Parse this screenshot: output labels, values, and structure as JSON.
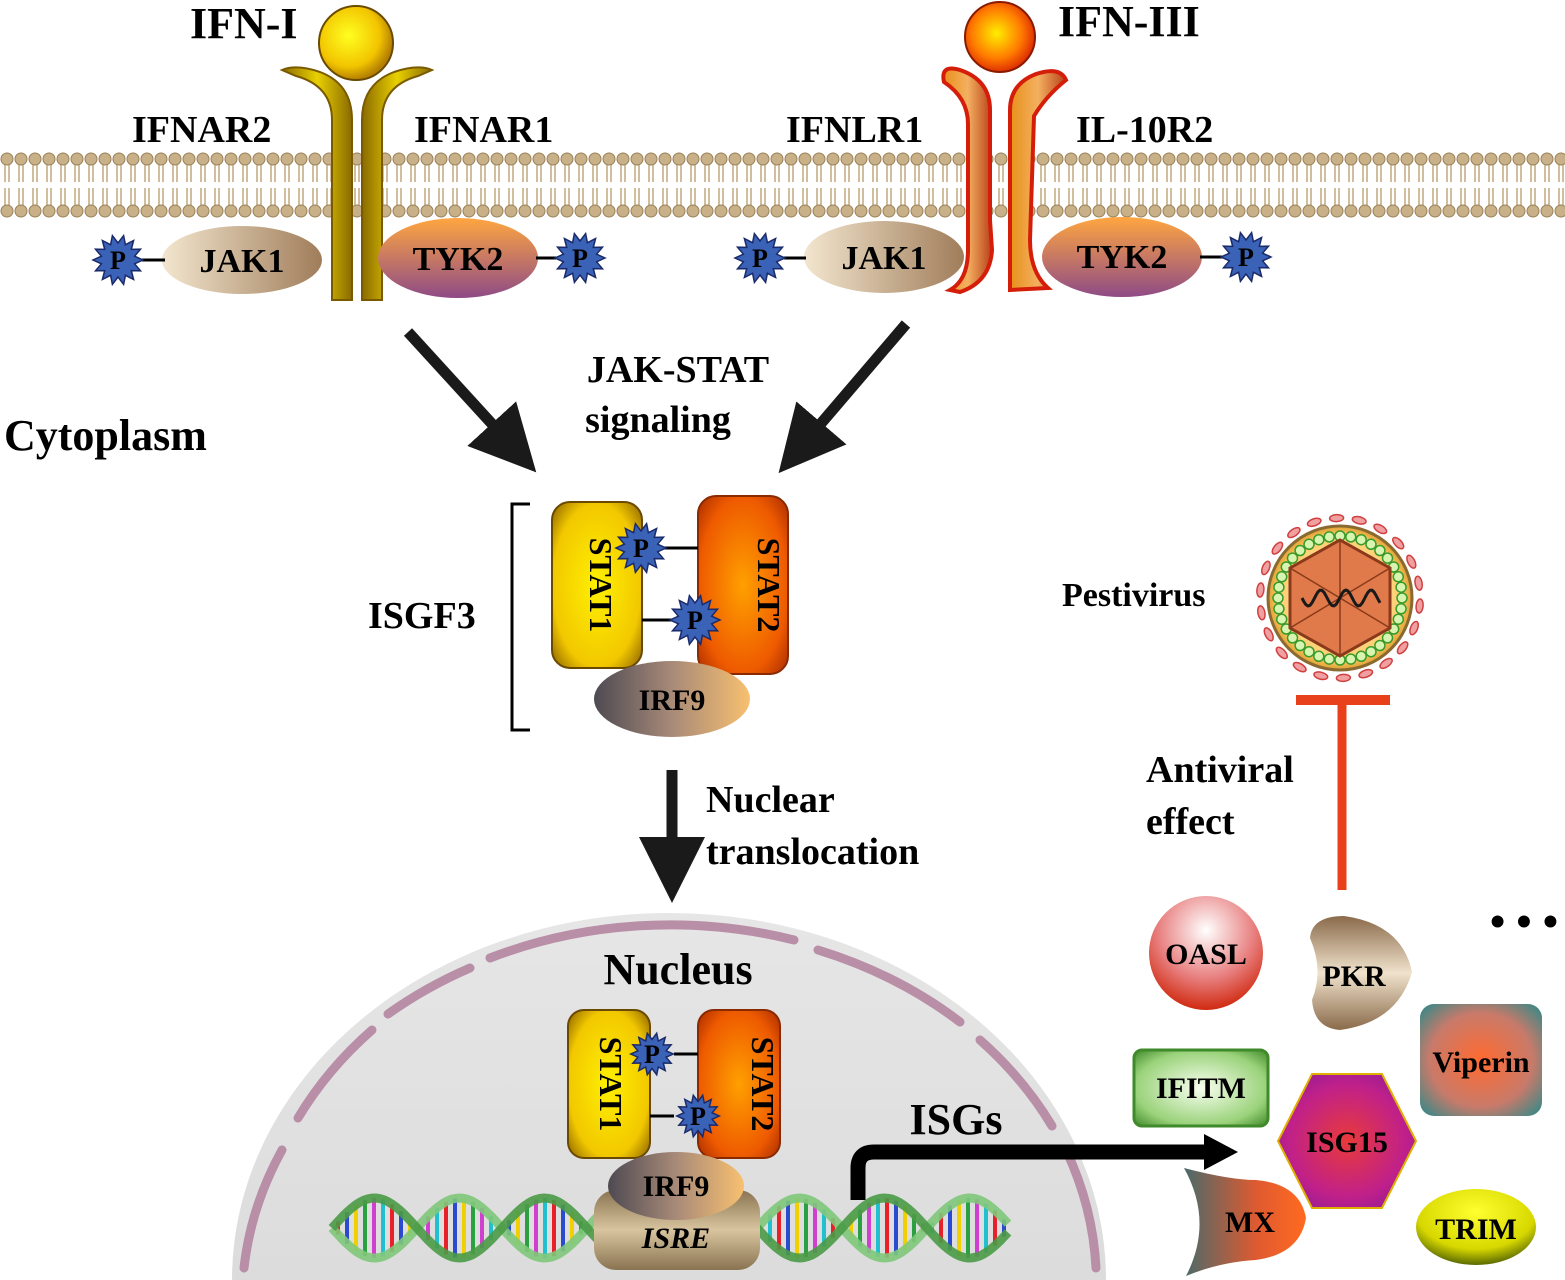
{
  "ligands": {
    "ifn1": "IFN-I",
    "ifn3": "IFN-III"
  },
  "receptors": {
    "ifnar2": "IFNAR2",
    "ifnar1": "IFNAR1",
    "ifnlr1": "IFNLR1",
    "il10r2": "IL-10R2"
  },
  "kinases": {
    "jak1": "JAK1",
    "tyk2": "TYK2",
    "phospho": "P"
  },
  "labels": {
    "cytoplasm": "Cytoplasm",
    "jak_stat_1": "JAK-STAT",
    "jak_stat_2": "signaling",
    "isgf3": "ISGF3",
    "nuclear_1": "Nuclear",
    "nuclear_2": "translocation",
    "nucleus": "Nucleus",
    "isgs": "ISGs",
    "pestivirus": "Pestivirus",
    "antiviral_1": "Antiviral",
    "antiviral_2": "effect",
    "ellipsis": "• • •"
  },
  "complex": {
    "stat1": "STAT1",
    "stat2": "STAT2",
    "irf9": "IRF9",
    "isre": "ISRE"
  },
  "isg_proteins": {
    "oasl": "OASL",
    "pkr": "PKR",
    "ifitm": "IFITM",
    "viperin": "Viperin",
    "isg15": "ISG15",
    "mx": "MX",
    "trim": "TRIM"
  },
  "colors": {
    "ifnar": "#c8a800",
    "ifnlr": "#d41e0a",
    "jak1": "#c9ad8a",
    "tyk2_top": "#f7a64a",
    "tyk2_bottom": "#9b4f7a",
    "phospho": "#3a63b8",
    "inhibition": "#e8401a",
    "nucleus": "#e3e3e3",
    "envelope": "#b98ea7"
  }
}
